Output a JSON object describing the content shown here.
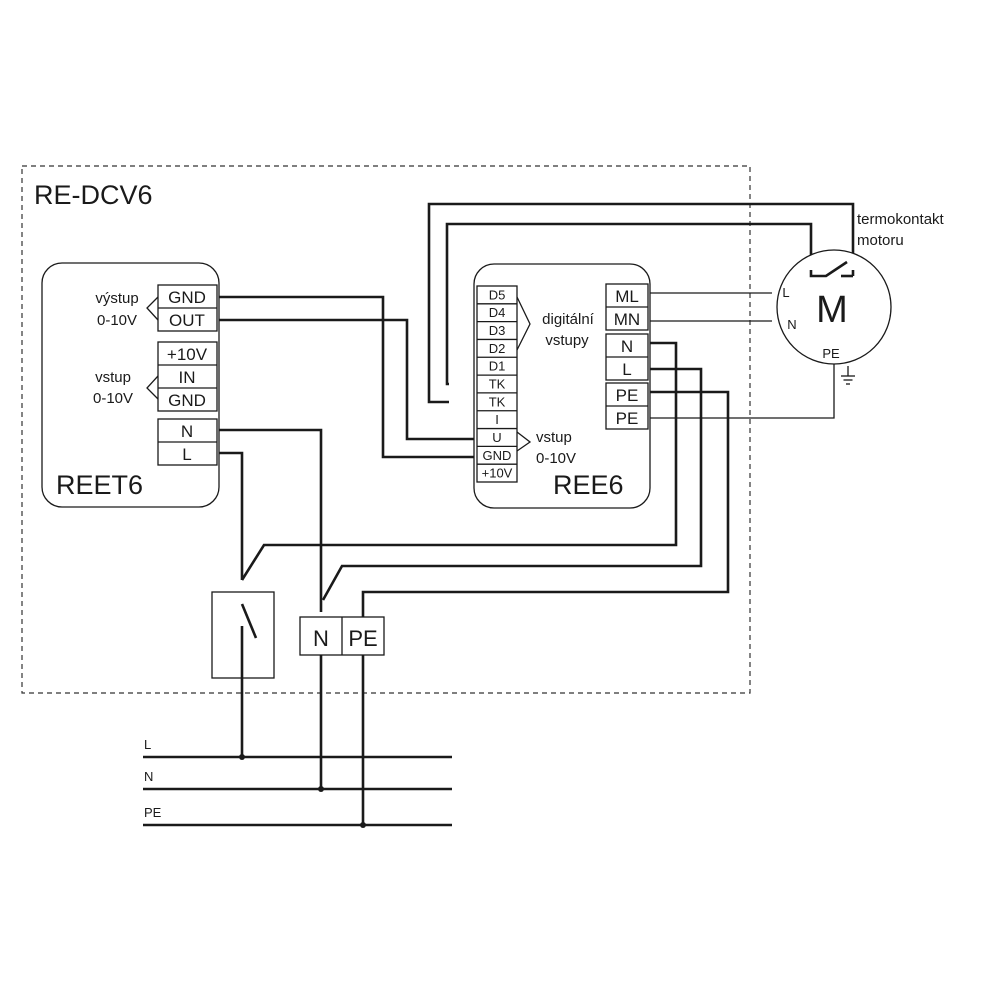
{
  "enclosure": {
    "title": "RE-DCV6"
  },
  "reet6": {
    "name": "REET6",
    "output_terminals": [
      "GND",
      "OUT"
    ],
    "output_label": [
      "výstup",
      "0-10V"
    ],
    "input_terminals": [
      "+10V",
      "IN",
      "GND"
    ],
    "input_label": [
      "vstup",
      "0-10V"
    ],
    "power_terminals": [
      "N",
      "L"
    ]
  },
  "ree6": {
    "name": "REE6",
    "left_terminals": [
      "D5",
      "D4",
      "D3",
      "D2",
      "D1",
      "TK",
      "TK",
      "I",
      "U",
      "GND",
      "+10V"
    ],
    "digital_label": [
      "digitální",
      "vstupy"
    ],
    "voltage_label": [
      "vstup",
      "0-10V"
    ],
    "right_terminals": [
      "ML",
      "MN",
      "N",
      "L",
      "PE",
      "PE"
    ]
  },
  "motor": {
    "symbol": "M",
    "terminals": [
      "L",
      "N",
      "PE"
    ],
    "thermo_label": [
      "termokontakt",
      "motoru"
    ]
  },
  "terminal_block": {
    "terminals": [
      "N",
      "PE"
    ]
  },
  "mains": {
    "lines": [
      "L",
      "N",
      "PE"
    ]
  }
}
